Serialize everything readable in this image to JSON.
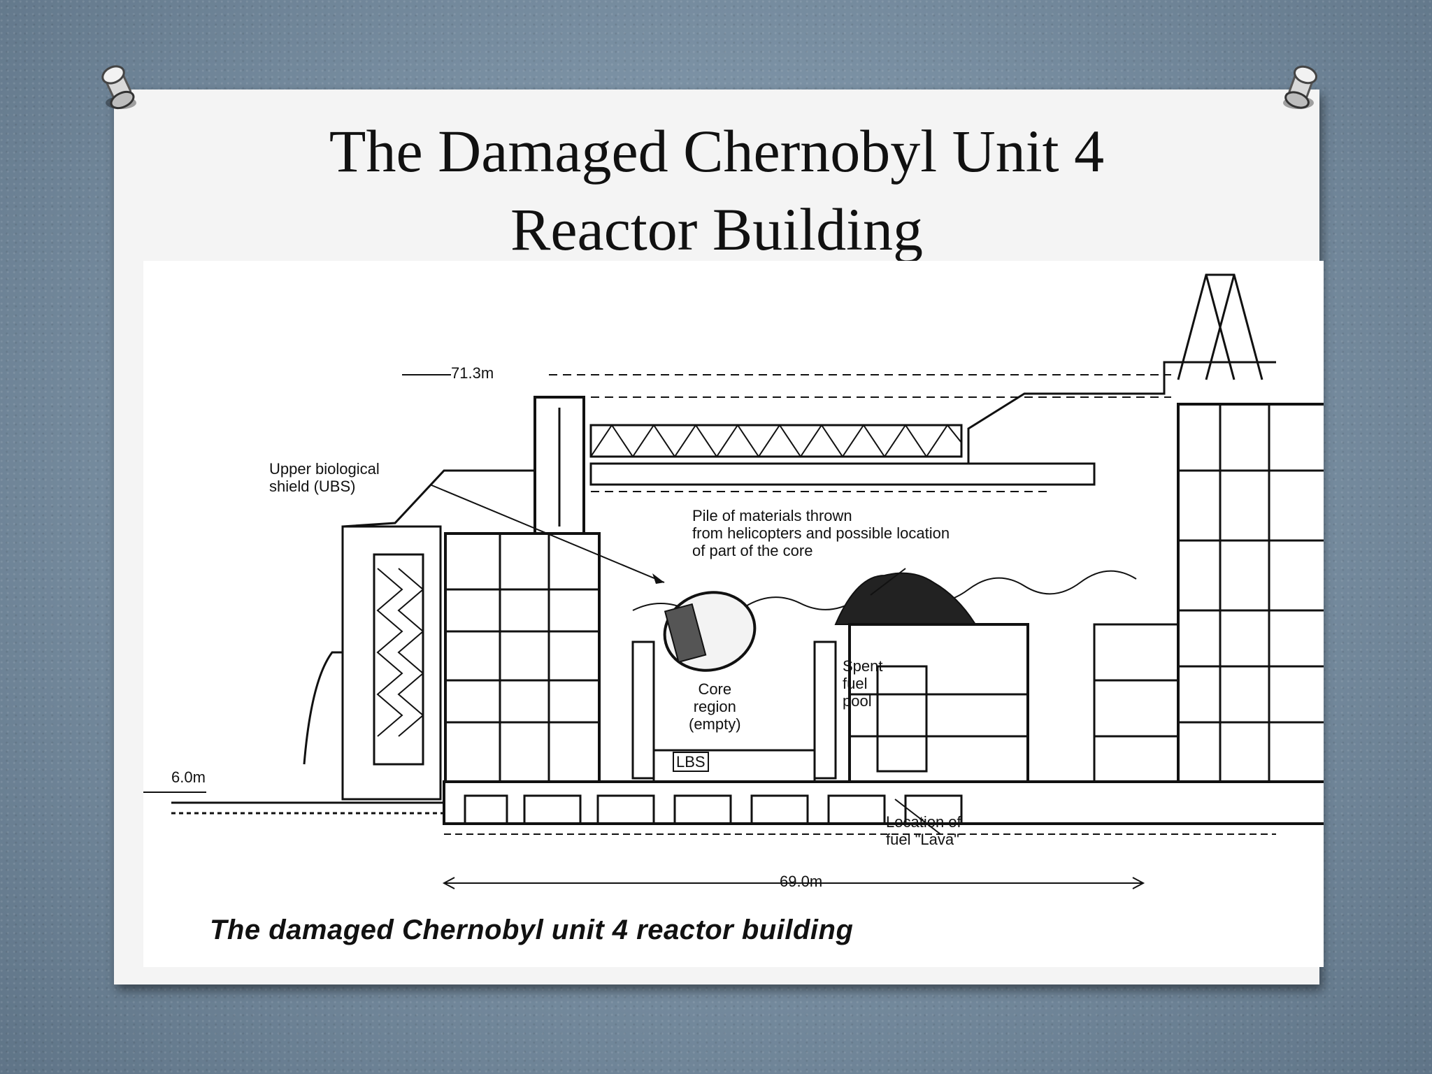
{
  "slide": {
    "title_line1": "The Damaged Chernobyl Unit 4",
    "title_line2": "Reactor Building"
  },
  "diagram": {
    "labels": {
      "height_top": "71.3m",
      "height_ground": "6.0m",
      "width_base": "69.0m",
      "ubs_line1": "Upper biological",
      "ubs_line2": "shield (UBS)",
      "pile_line1": "Pile of materials thrown",
      "pile_line2": "from helicopters and possible location",
      "pile_line3": "of part of the core",
      "core_line1": "Core",
      "core_line2": "region",
      "core_line3": "(empty)",
      "lbs": "LBS",
      "spent_line1": "Spent",
      "spent_line2": "fuel",
      "spent_line3": "pool",
      "lava_line1": "Location of",
      "lava_line2": "fuel \"Lava\""
    },
    "caption": "The damaged Chernobyl unit 4 reactor building"
  }
}
